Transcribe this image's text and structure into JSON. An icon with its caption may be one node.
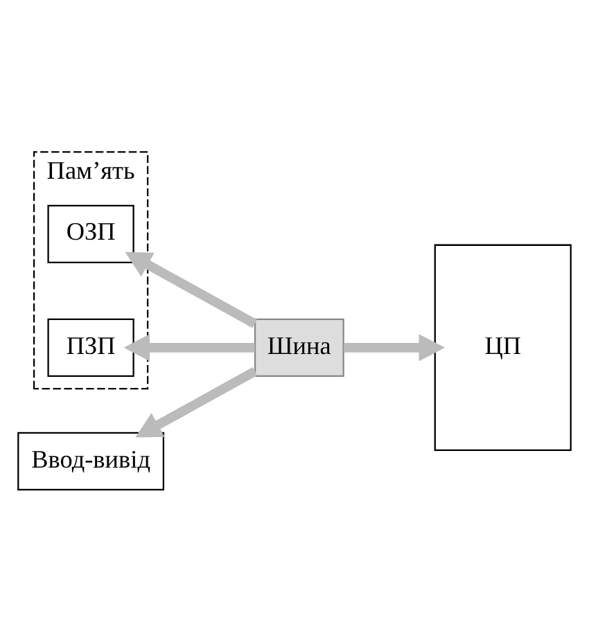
{
  "diagram": {
    "nodes": [
      {
        "text": [
          "Пам’ять"
        ]
      },
      {
        "text": [
          "ОЗП"
        ],
        "in": 0
      },
      {
        "text": [
          "ПЗП"
        ],
        "in": 0
      },
      {
        "text": [
          "Ввод-вивід"
        ]
      },
      {
        "text": [
          "ЦП"
        ]
      },
      {
        "text": [
          "Шина"
        ]
      }
    ],
    "edges": [
      {
        "from": 5,
        "to": 1,
        "arrow": "to"
      },
      {
        "from": 5,
        "to": 4,
        "arrow": "to"
      },
      {
        "from": 5,
        "to": 2,
        "arrow": "to"
      },
      {
        "from": 5,
        "to": 3,
        "arrow": "to"
      }
    ]
  }
}
